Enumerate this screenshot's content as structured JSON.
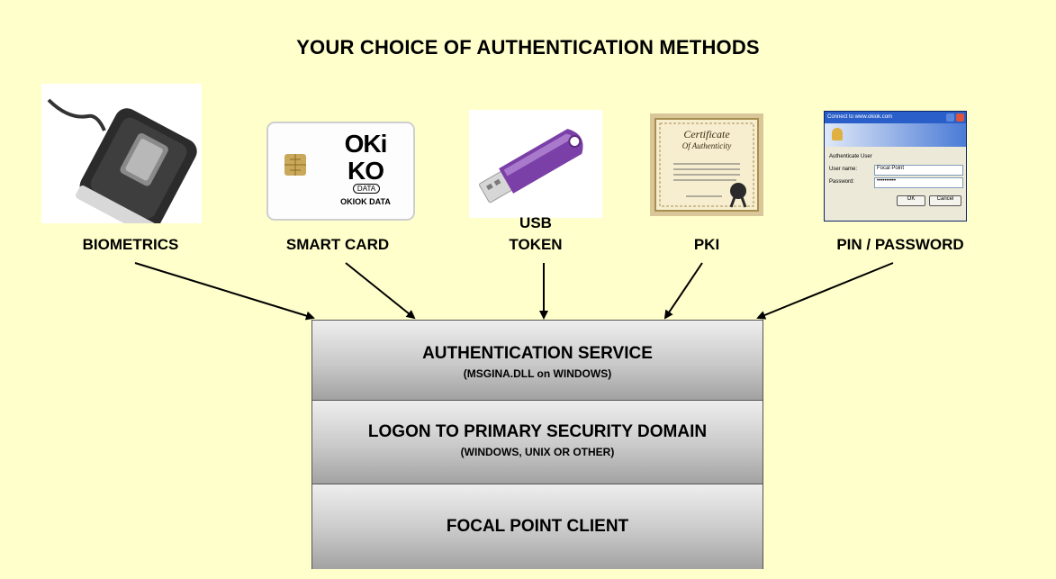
{
  "diagram": {
    "title": "YOUR CHOICE OF AUTHENTICATION METHODS",
    "methods": [
      {
        "label": "BIOMETRICS",
        "icon": "fingerprint-reader-icon"
      },
      {
        "label": "SMART CARD",
        "icon": "smart-card-icon",
        "card_brand": "OKIOK DATA",
        "card_logo_top": "OKi",
        "card_logo_bottom": "KO",
        "card_logo_tag": "DATA"
      },
      {
        "label_line1": "USB",
        "label_line2": "TOKEN",
        "icon": "usb-token-icon"
      },
      {
        "label": "PKI",
        "icon": "certificate-icon",
        "cert_title_1": "Certificate",
        "cert_title_2": "Of Authenticity"
      },
      {
        "label": "PIN / PASSWORD",
        "icon": "login-dialog-icon",
        "dialog_title": "Connect to www.okiok.com",
        "dialog_heading": "Authenticate User",
        "user_label": "User name:",
        "user_value": "Focal Point",
        "password_label": "Password:",
        "password_value": "••••••••••",
        "ok_label": "OK",
        "cancel_label": "Cancel"
      }
    ],
    "layers": [
      {
        "main": "AUTHENTICATION SERVICE",
        "sub": "(MSGINA.DLL on WINDOWS)"
      },
      {
        "main": "LOGON TO PRIMARY SECURITY DOMAIN",
        "sub": "(WINDOWS, UNIX OR OTHER)"
      },
      {
        "main": "FOCAL POINT CLIENT"
      }
    ],
    "colors": {
      "background": "#ffffcc",
      "layer_fill": "#c9c9c9",
      "token": "#7b3fa8",
      "dialog_bar": "#2a5fc9"
    }
  }
}
